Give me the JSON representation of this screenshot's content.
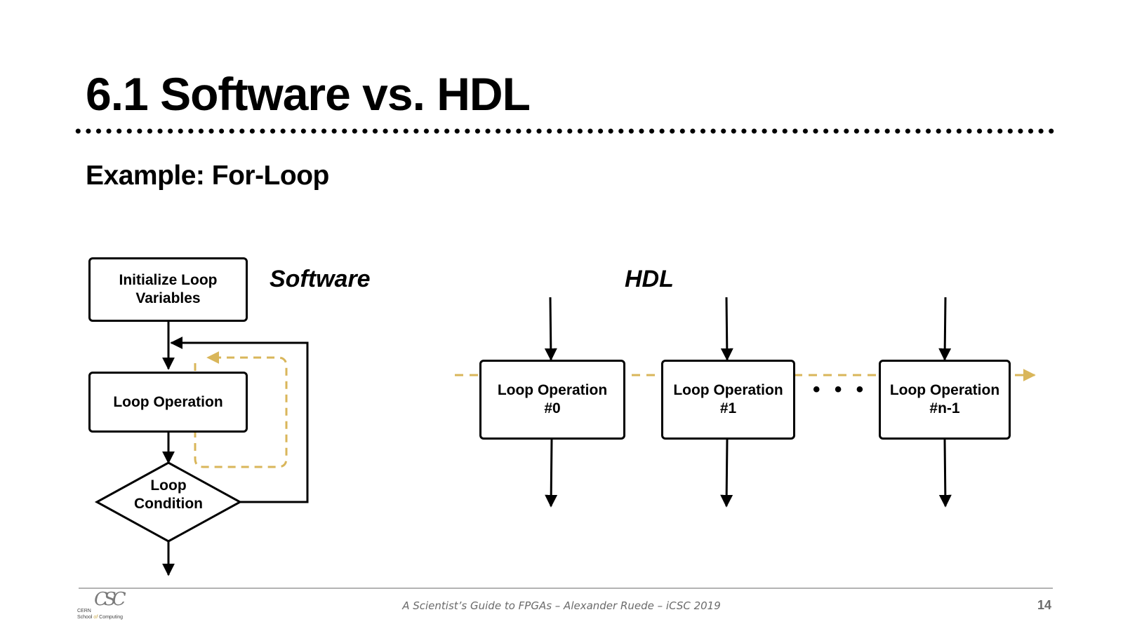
{
  "slide": {
    "title": "6.1 Software vs. HDL",
    "subtitle": "Example: For-Loop"
  },
  "software": {
    "label": "Software",
    "init_box": "Initialize Loop\nVariables",
    "operation_box": "Loop Operation",
    "condition": "Loop\nCondition"
  },
  "hdl": {
    "label": "HDL",
    "operations": [
      "Loop Operation\n#0",
      "Loop Operation\n#1",
      "Loop Operation\n#n-1"
    ],
    "ellipsis": "• • •"
  },
  "footer": {
    "text": "A Scientist’s Guide to FPGAs – Alexander Ruede – iCSC 2019",
    "page_number": "14",
    "logo": {
      "mark": "CSC",
      "org": "CERN",
      "school_a": "School",
      "school_of": "of",
      "school_b": "Computing"
    }
  },
  "colors": {
    "accent_dashed": "#d9b65a",
    "text": "#000000",
    "footer_gray": "#6b6b6b"
  }
}
